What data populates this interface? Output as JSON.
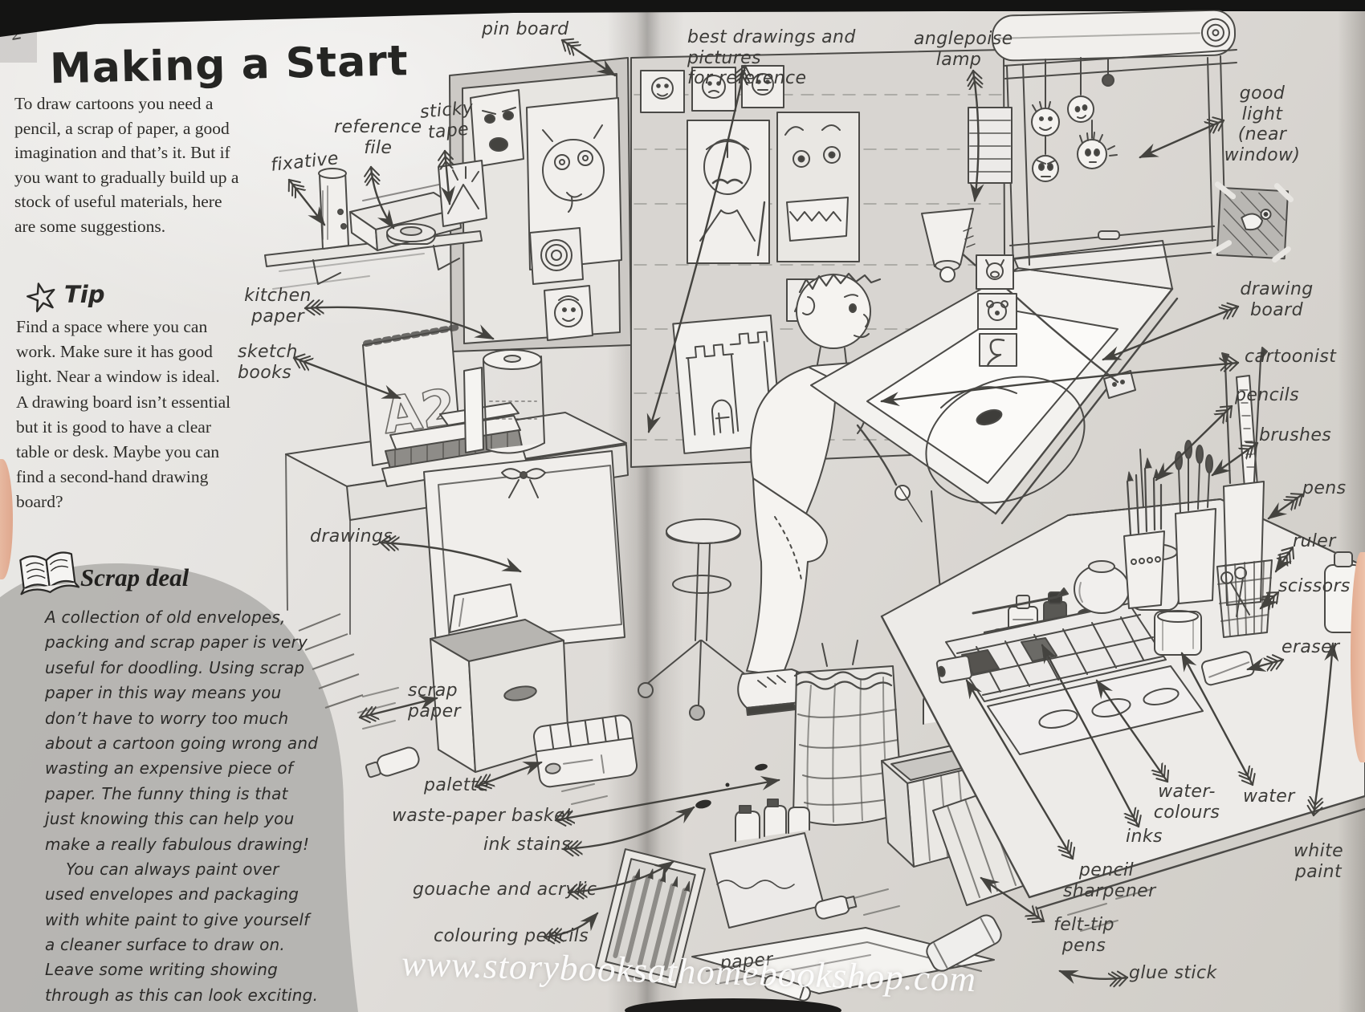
{
  "page": {
    "number": "2",
    "title": "Making a Start",
    "intro": "To draw cartoons you need a pencil, a scrap of paper, a good imagination and that’s it. But if you want to gradually build up a stock of useful materials, here are some suggestions.",
    "tip": {
      "heading": "Tip",
      "body": "Find a space where you can work. Make sure it has good light. Near a window is ideal. A drawing board isn’t essential but it is good to have a clear table or desk. Maybe you can find a second-hand drawing board?"
    },
    "scrap_deal": {
      "heading": "Scrap deal",
      "body1": "A collection of old envelopes, packing and scrap paper is very useful for doodling. Using scrap paper in this way means you don’t have to worry too much about a cartoon going wrong and wasting an expensive piece of paper. The funny thing is that just knowing this can help you make a really fabulous drawing!",
      "body2": "You can always paint over used envelopes and packaging with white paint to give yourself a cleaner surface to draw on. Leave some writing showing through as this can look exciting."
    }
  },
  "labels": {
    "pin_board": "pin board",
    "best_drawings": "best drawings and pictures\nfor reference",
    "anglepoise_lamp": "anglepoise\nlamp",
    "good_light": "good light\n(near\nwindow)",
    "sticky_tape": "sticky\ntape",
    "reference_file": "reference\nfile",
    "fixative": "fixative",
    "kitchen_paper": "kitchen\npaper",
    "sketch_books": "sketch\nbooks",
    "drawings": "drawings",
    "scrap_paper": "scrap\npaper",
    "palette": "palette",
    "waste_paper_basket": "waste-paper basket",
    "ink_stains": "ink stains",
    "gouache_and_acrylic": "gouache and acrylic",
    "colouring_pencils": "colouring pencils",
    "paper": "paper",
    "drawing_board": "drawing\nboard",
    "cartoonist": "cartoonist",
    "pencils": "pencils",
    "brushes": "brushes",
    "pens": "pens",
    "ruler": "ruler",
    "scissors": "scissors",
    "eraser": "eraser",
    "water_colours": "water-\ncolours",
    "water": "water",
    "inks": "inks",
    "white_paint": "white\npaint",
    "pencil_sharpener": "pencil\nsharpener",
    "felt_tip_pens": "felt-tip\npens",
    "glue_stick": "glue stick"
  },
  "illustration": {
    "sketchpad_text": "A2"
  },
  "watermark": "www.storybooksathomebookshop.com",
  "colors": {
    "paper": "#e4e2df",
    "shadow_blob": "#b3b1ae",
    "ink_line": "#4b4a47",
    "watermark": "#ffffff"
  }
}
